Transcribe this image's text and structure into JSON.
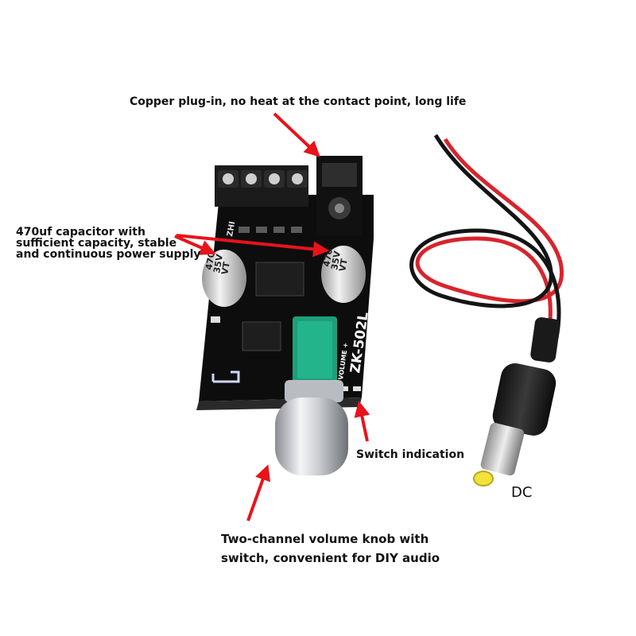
{
  "callouts": {
    "copper": "Copper plug-in, no heat at the contact point, long life",
    "capacitor_line1": "470uf capacitor with",
    "capacitor_line2": "sufficient capacity, stable",
    "capacitor_line3": "and continuous power supply",
    "switch": "Switch indication",
    "knob_line1": "Two-channel volume knob with",
    "knob_line2": "switch, convenient for DIY audio",
    "dc": "DC"
  },
  "board": {
    "model": "ZK-502L",
    "volume_label": "VOLUME +",
    "brand": "ZHI",
    "cap_left": [
      "470",
      "35V",
      "VT"
    ],
    "cap_right": [
      "470",
      "35V",
      "VT"
    ]
  },
  "colors": {
    "arrow": "#e8131b",
    "board": "#0d0d0d",
    "knob_base": "#1e9e7a",
    "wire_red": "#d8242c",
    "wire_black": "#141414",
    "plug_tip": "#f2e23a"
  }
}
